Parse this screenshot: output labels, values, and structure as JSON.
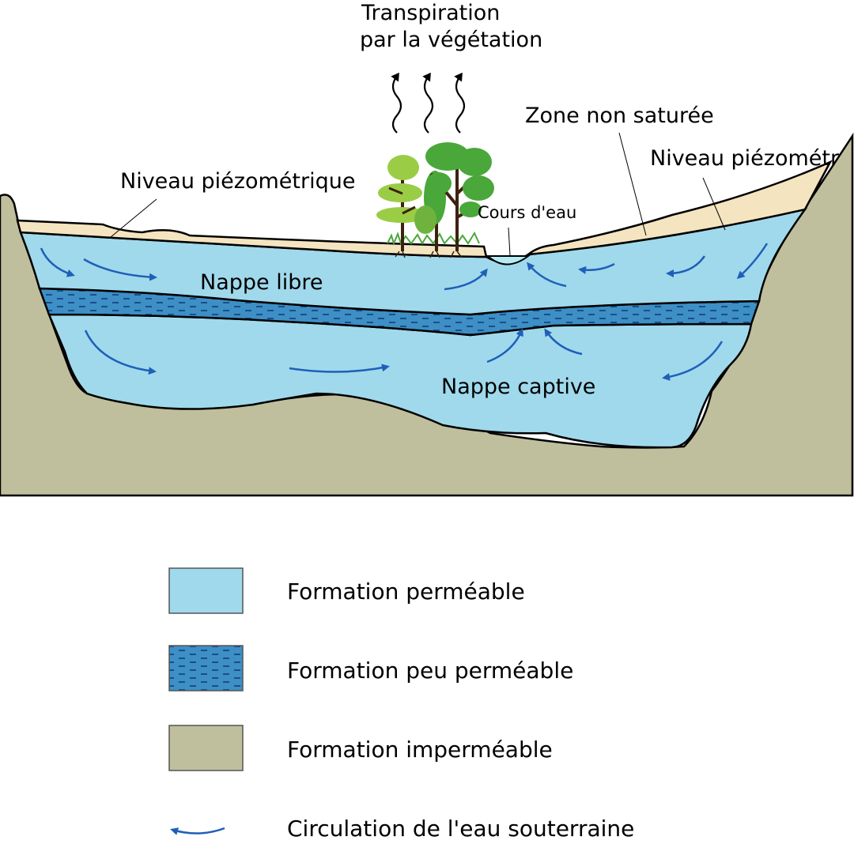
{
  "labels": {
    "transpiration_line1": "Transpiration",
    "transpiration_line2": "par la végétation",
    "zone_non_saturee": "Zone non saturée",
    "niveau_piezo_left": "Niveau piézométrique",
    "niveau_piezo_right": "Niveau piézométr",
    "cours_d_eau": "Cours d'eau",
    "nappe_libre": "Nappe libre",
    "nappe_captive": "Nappe captive"
  },
  "legend": {
    "items": [
      {
        "label": "Formation perméable",
        "key": "permeable"
      },
      {
        "label": "Formation peu perméable",
        "key": "semi-permeable"
      },
      {
        "label": "Formation imperméable",
        "key": "impermeable"
      },
      {
        "label": "Circulation de l'eau souterraine",
        "key": "flow"
      }
    ]
  },
  "colors": {
    "permeable": "#a0d9ec",
    "semi_permeable": "#3d8fc6",
    "semi_dash": "#1b4f86",
    "impermeable": "#bfbf9d",
    "unsaturated": "#f4e4c0",
    "flow_arrow": "#1f5fb8",
    "river": "#b5ecf4",
    "tree_light": "#9acd45",
    "tree_dark": "#4aa73a",
    "trunk": "#3d2210"
  }
}
